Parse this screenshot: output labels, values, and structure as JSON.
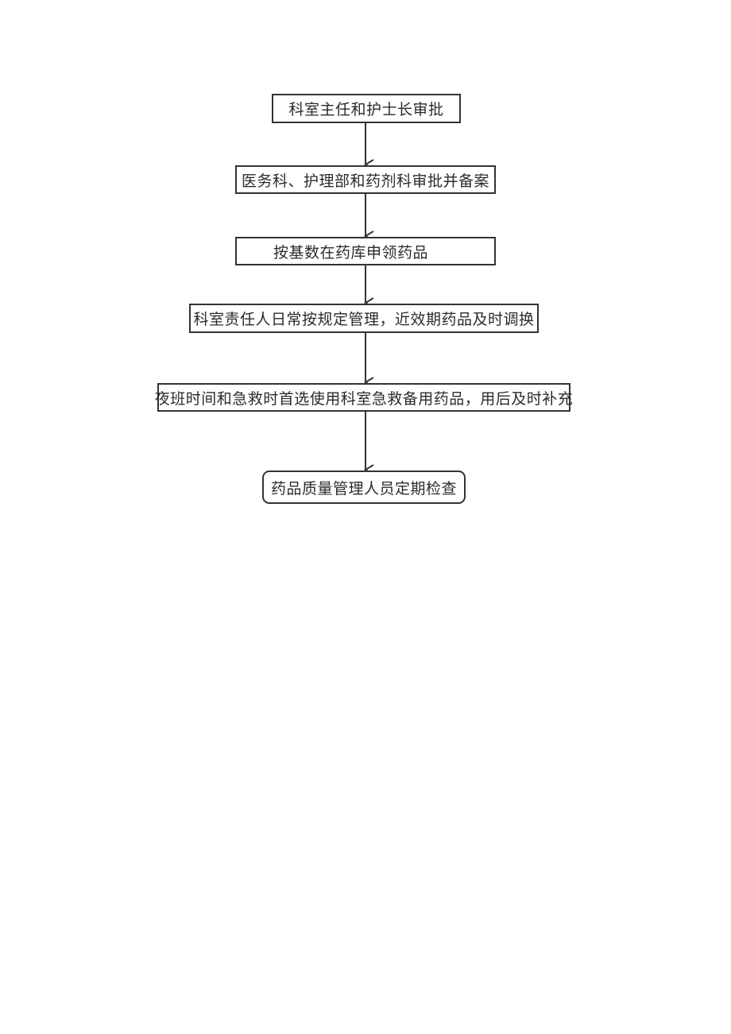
{
  "flowchart": {
    "title": "",
    "direction": "top-to-bottom",
    "colors": {
      "stroke": "#333333",
      "text": "#2b2b2b",
      "background": "#ffffff"
    },
    "nodes": [
      {
        "id": "n1",
        "label": "科室主任和护士长审批",
        "shape": "rectangle"
      },
      {
        "id": "n2",
        "label": "医务科、护理部和药剂科审批并备案",
        "shape": "rectangle"
      },
      {
        "id": "n3",
        "label": "按基数在药库申领药品",
        "shape": "rectangle"
      },
      {
        "id": "n4",
        "label": "科室责任人日常按规定管理，近效期药品及时调换",
        "shape": "rectangle"
      },
      {
        "id": "n5",
        "label": "夜班时间和急救时首选使用科室急救备用药品，用后及时补充",
        "shape": "rectangle"
      },
      {
        "id": "n6",
        "label": "药品质量管理人员定期检查",
        "shape": "rounded-rectangle"
      }
    ],
    "edges": [
      {
        "from": "n1",
        "to": "n2"
      },
      {
        "from": "n2",
        "to": "n3"
      },
      {
        "from": "n3",
        "to": "n4"
      },
      {
        "from": "n4",
        "to": "n5"
      },
      {
        "from": "n5",
        "to": "n6"
      }
    ]
  }
}
